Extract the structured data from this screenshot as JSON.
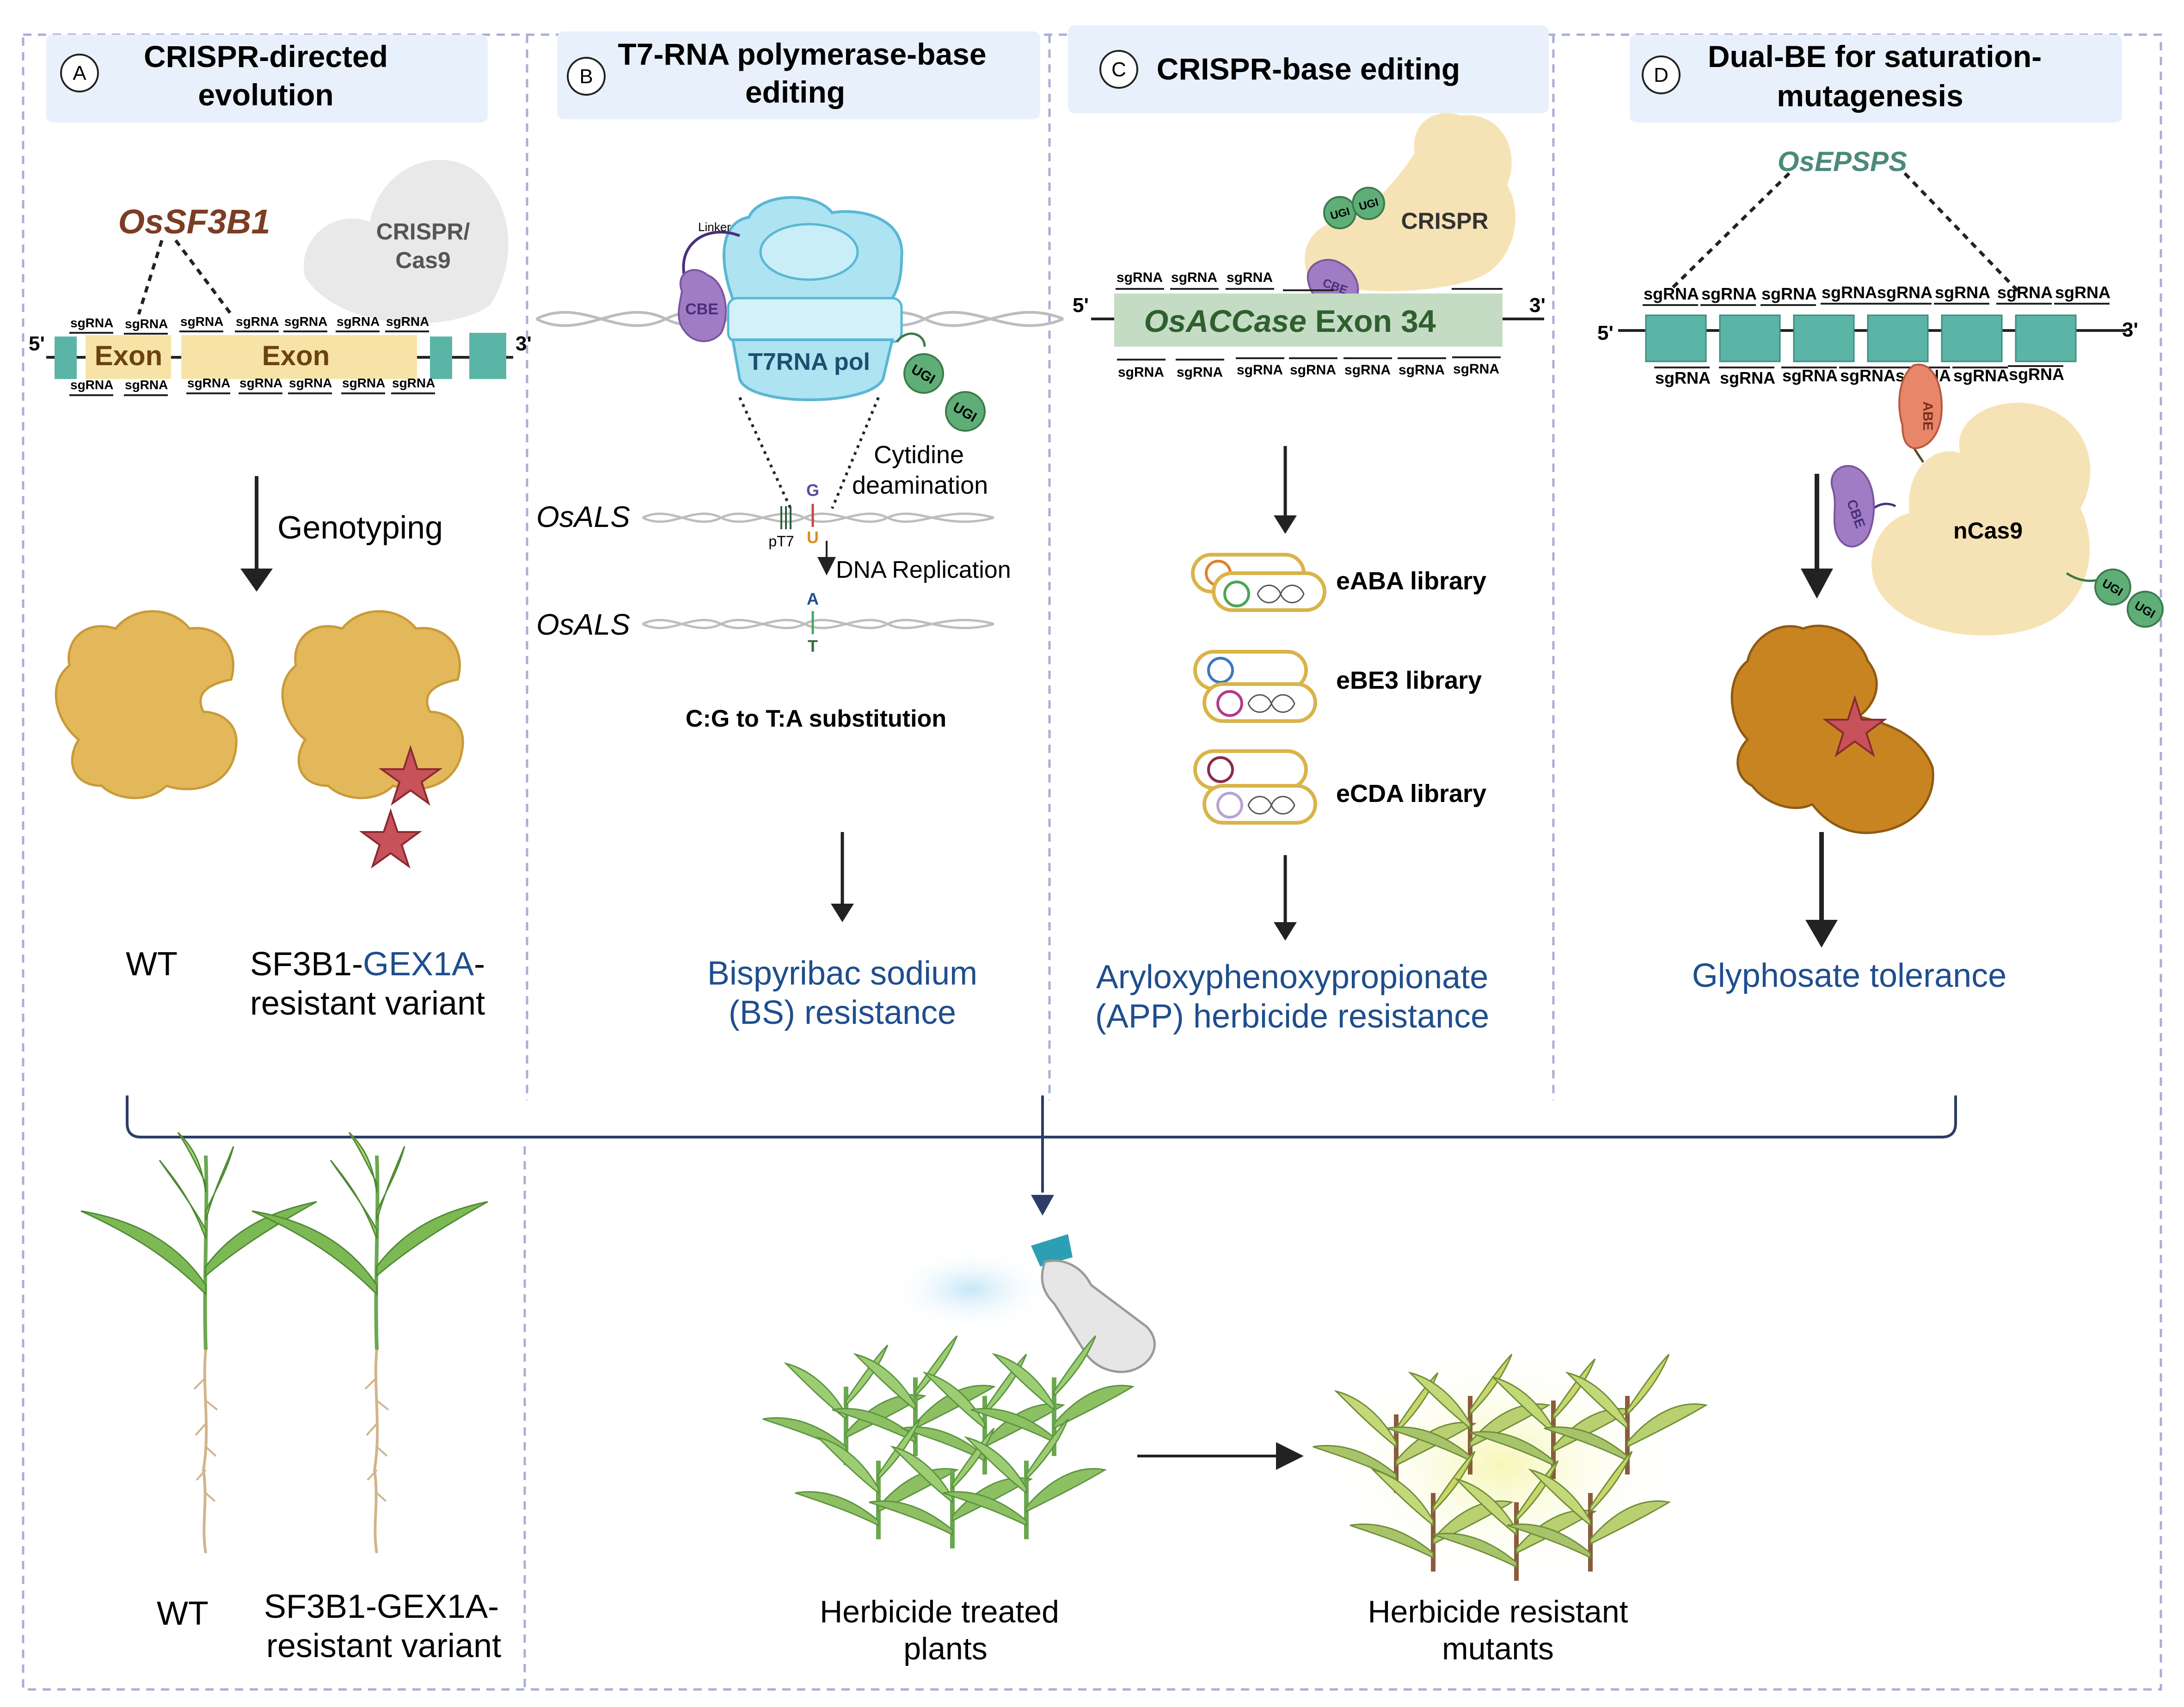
{
  "colors": {
    "blue_text": "#1f4e8c",
    "teal": "#5bb5a6",
    "exon_fill": "#f7e3a6",
    "dashed_border": "#a9aed6",
    "header_bg": "#e8f1fb",
    "cas_beige": "#f6e3b5",
    "cbe_purple": "#a07cc4",
    "ugi_green": "#5fae78",
    "abe_orange": "#e8866a",
    "protein_gold": "#e2b85a",
    "protein_brown": "#c98422",
    "star_red": "#c8525a"
  },
  "panelA": {
    "letter": "A",
    "title_l1": "CRISPR-directed",
    "title_l2": "evolution",
    "gene": "OsSF3B1",
    "cas_l1": "CRISPR/",
    "cas_l2": "Cas9",
    "exon1": "Exon",
    "exon2": "Exon",
    "sg": "sgRNA",
    "five": "5'",
    "three": "3'",
    "step": "Genotyping",
    "wt": "WT",
    "variant_pre": "SF3B1-",
    "variant_colored": "GEX1A",
    "variant_post": "-",
    "variant_l2": "resistant variant"
  },
  "panelB": {
    "letter": "B",
    "title_l1": "T7-RNA polymerase-base",
    "title_l2": "editing",
    "linker": "Linker",
    "cbe": "CBE",
    "pol": "T7RNA pol",
    "ugi": "UGI",
    "deam_l1": "Cytidine",
    "deam_l2": "deamination",
    "gene1": "OsALS",
    "gene2": "OsALS",
    "pt7": "pT7",
    "g": "G",
    "u": "U",
    "a": "A",
    "t": "T",
    "replication": "DNA Replication",
    "substitution": "C:G to T:A substitution",
    "result_l1": "Bispyribac sodium",
    "result_l2": "(BS) resistance"
  },
  "panelC": {
    "letter": "C",
    "title": "CRISPR-base editing",
    "crispr": "CRISPR",
    "ugi": "UGI",
    "cbe": "CBE",
    "gene_italic": "OsACCase",
    "gene_rest": " Exon 34",
    "sg": "sgRNA",
    "five": "5'",
    "three": "3'",
    "lib1": "eABA library",
    "lib2": "eBE3 library",
    "lib3": "eCDA library",
    "result_l1": "Aryloxyphenoxypropionate",
    "result_l2": "(APP) herbicide resistance"
  },
  "panelD": {
    "letter": "D",
    "title_l1": "Dual-BE for saturation-",
    "title_l2": "mutagenesis",
    "gene": "OsEPSPS",
    "sg": "sgRNA",
    "five": "5'",
    "three": "3'",
    "abe": "ABE",
    "cbe": "CBE",
    "ncas": "nCas9",
    "ugi": "UGI",
    "result": "Glyphosate tolerance"
  },
  "bottom": {
    "wt": "WT",
    "variant_l1": "SF3B1-GEX1A-",
    "variant_l2": "resistant variant",
    "treated_l1": "Herbicide treated",
    "treated_l2": "plants",
    "resistant_l1": "Herbicide resistant",
    "resistant_l2": "mutants"
  }
}
